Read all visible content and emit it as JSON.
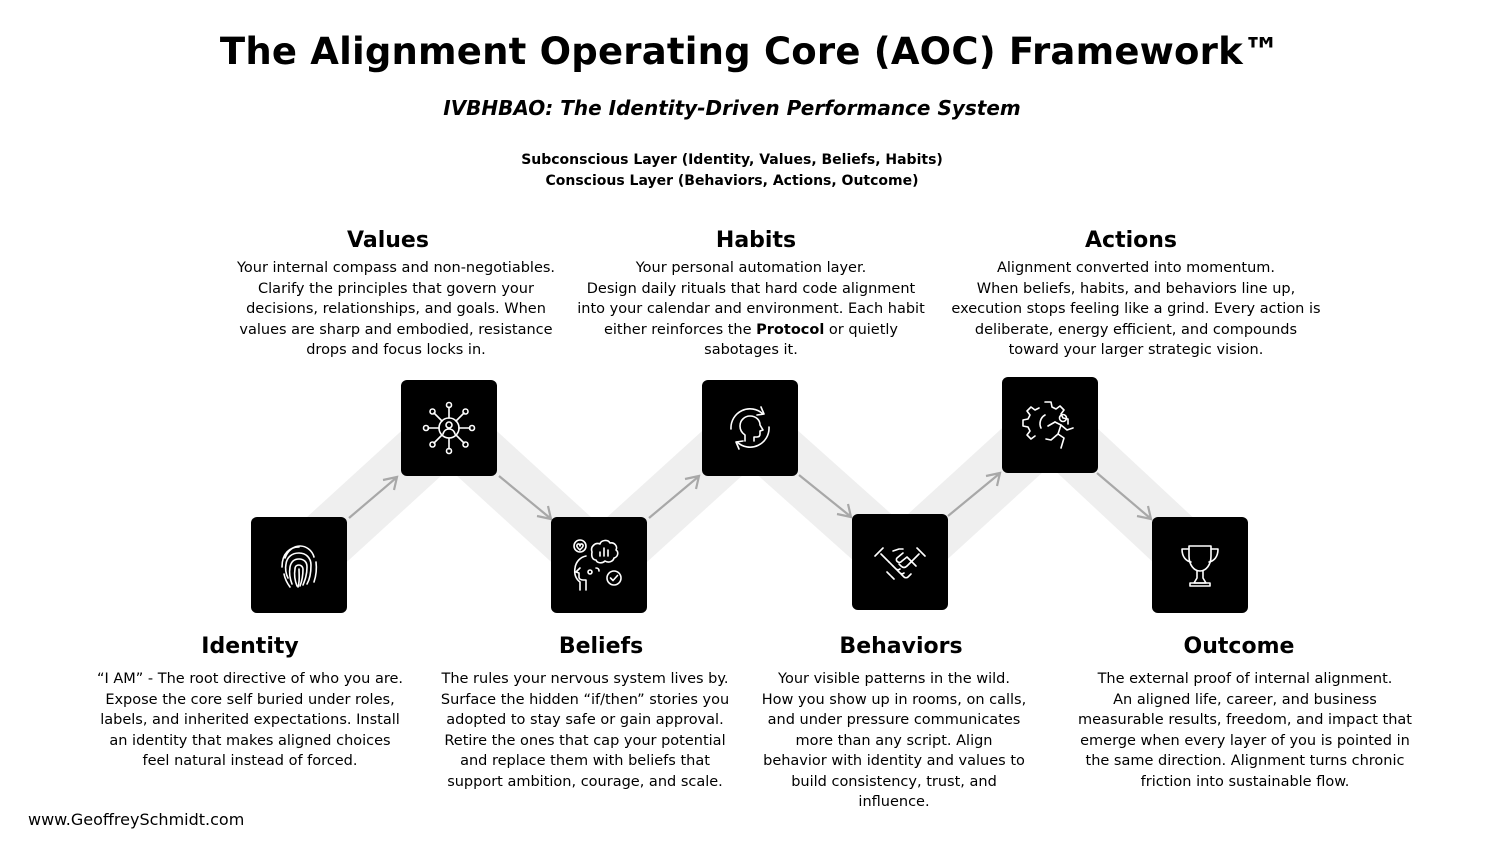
{
  "title": "The Alignment Operating Core (AOC) Framework™",
  "subtitle": "IVBHBAO: The Identity-Driven Performance System",
  "layers": [
    "Subconscious Layer (Identity, Values, Beliefs, Habits)",
    "Conscious Layer (Behaviors, Actions, Outcome)"
  ],
  "steps": [
    {
      "title": "Identity",
      "icon": "fingerprint-icon",
      "lines": [
        "“I AM” - The root directive of who you are.",
        "Expose the core self buried under roles,",
        "labels, and inherited expectations. Install",
        "an identity that makes aligned choices",
        "feel natural instead of forced."
      ]
    },
    {
      "title": "Values",
      "icon": "network-person-icon",
      "lines": [
        "Your internal compass and non-negotiables.",
        "Clarify the principles that govern your",
        "decisions, relationships, and goals. When",
        "values are sharp and embodied, resistance",
        "drops and focus locks in."
      ]
    },
    {
      "title": "Beliefs",
      "icon": "head-thoughts-icon",
      "lines": [
        "The rules your nervous system lives by.",
        "Surface the hidden “if/then” stories you",
        "adopted to stay safe or gain approval.",
        "Retire the ones that cap your potential",
        "and replace them with beliefs that",
        "support ambition, courage, and scale."
      ]
    },
    {
      "title": "Habits",
      "icon": "head-cycle-icon",
      "lines": [
        "Your personal automation layer.",
        "Design daily rituals that hard code alignment",
        "into your calendar and environment. Each habit",
        "either reinforces the ",
        "sabotages it."
      ],
      "bold_word": "Protocol",
      "line4_tail": " or quietly"
    },
    {
      "title": "Behaviors",
      "icon": "handshake-icon",
      "lines": [
        "Your visible patterns in the wild.",
        "How you show up in rooms, on calls,",
        "and under pressure communicates",
        "more than any script. Align",
        "behavior with identity and values to",
        "build consistency, trust, and",
        "influence."
      ]
    },
    {
      "title": "Actions",
      "icon": "gear-runner-icon",
      "lines": [
        "Alignment converted into momentum.",
        "When beliefs, habits, and behaviors line up,",
        "execution stops feeling like a grind. Every action is",
        "deliberate, energy efficient, and compounds",
        "toward your larger strategic vision."
      ]
    },
    {
      "title": "Outcome",
      "icon": "trophy-icon",
      "lines": [
        "The external proof of internal alignment.",
        "An aligned life, career, and business",
        "measurable results, freedom, and impact that",
        "emerge when every layer of you is pointed in",
        "the same direction. Alignment turns chronic",
        "friction into sustainable flow."
      ]
    }
  ],
  "colors": {
    "box": "#000000",
    "band": "#efefef",
    "arrow": "#a8a8a8",
    "icon": "#ffffff"
  },
  "website": "www.GeoffreySchmidt.com"
}
